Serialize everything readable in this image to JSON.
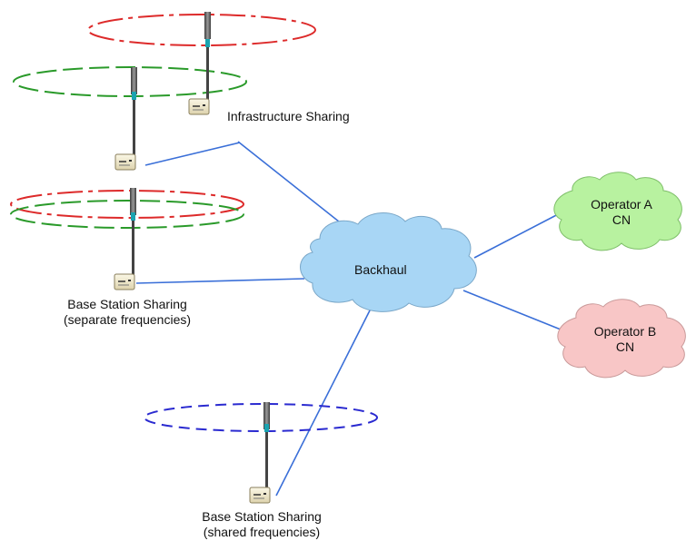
{
  "labels": {
    "infrastructure_sharing": "Infrastructure Sharing",
    "bss_separate_1": "Base Station Sharing",
    "bss_separate_2": "(separate frequencies)",
    "bss_shared_1": "Base Station Sharing",
    "bss_shared_2": "(shared frequencies)",
    "backhaul": "Backhaul",
    "operator_a_1": "Operator A",
    "operator_a_2": "CN",
    "operator_b_1": "Operator B",
    "operator_b_2": "CN"
  },
  "colors": {
    "link": "#3a6fd8",
    "operator_a_ring": "#dd2a2a",
    "operator_b_ring": "#2a9a2a",
    "shared_ring": "#2a2ad0",
    "backhaul_cloud": "#a8d6f5",
    "operator_a_cloud": "#b8f2a0",
    "operator_b_cloud": "#f8c6c6",
    "mast": "#555555",
    "station_box": "#f3ecd2"
  }
}
